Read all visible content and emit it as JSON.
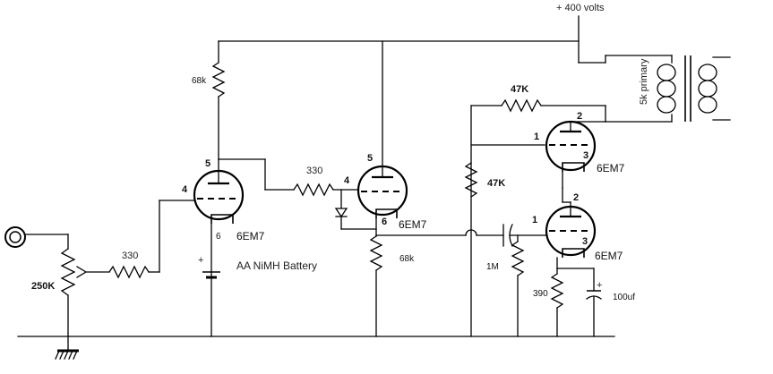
{
  "supply": {
    "label": "+ 400 volts"
  },
  "transformer": {
    "label": "5k primary"
  },
  "resistors": {
    "r_plate_v1": "68k",
    "r_grid_in": "330",
    "r_grid_v2": "330",
    "r_cathode_v2": "68k",
    "r_fb_top": "47K",
    "r_fb_side": "47K",
    "r_grid_v4": "1M",
    "r_cathode_v4": "390",
    "pot_volume": "250K"
  },
  "capacitors": {
    "c_bypass": "100uf",
    "c_polarity": "+"
  },
  "battery": {
    "label": "AA NiMH Battery",
    "polarity": "+"
  },
  "tubes": {
    "v1": {
      "type": "6EM7",
      "pins": {
        "grid": "4",
        "plate": "5",
        "cathode": "6"
      }
    },
    "v2": {
      "type": "6EM7",
      "pins": {
        "grid": "4",
        "plate": "5",
        "cathode": "6"
      }
    },
    "v3": {
      "type": "6EM7",
      "pins": {
        "grid": "1",
        "plate": "2",
        "cathode": "3"
      }
    },
    "v4": {
      "type": "6EM7",
      "pins": {
        "grid": "1",
        "plate": "2",
        "cathode": "3"
      }
    }
  }
}
